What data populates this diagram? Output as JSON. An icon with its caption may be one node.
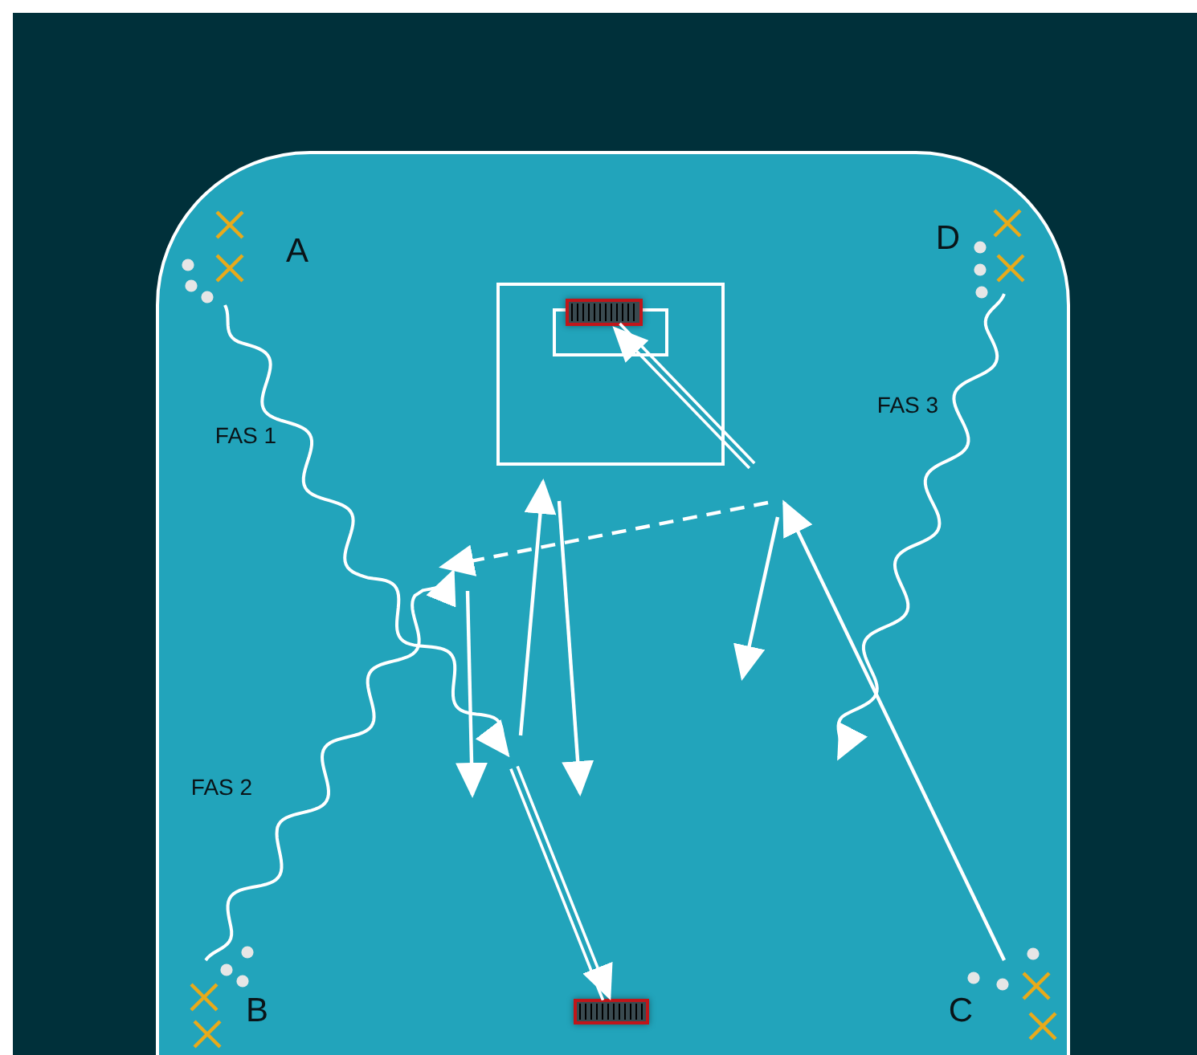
{
  "diagram": {
    "nodes": [
      {
        "text": [],
        "shape": "picture"
      },
      {
        "text": [],
        "shape": "picture"
      }
    ],
    "edges": [
      {
        "from": null,
        "to": 0,
        "arrow": "to"
      },
      {
        "from": null,
        "to": 1,
        "arrow": "to"
      }
    ],
    "labels": [
      "A",
      "D",
      "FAS 3",
      "FAS 1",
      "FAS 2",
      "B",
      "C"
    ]
  }
}
